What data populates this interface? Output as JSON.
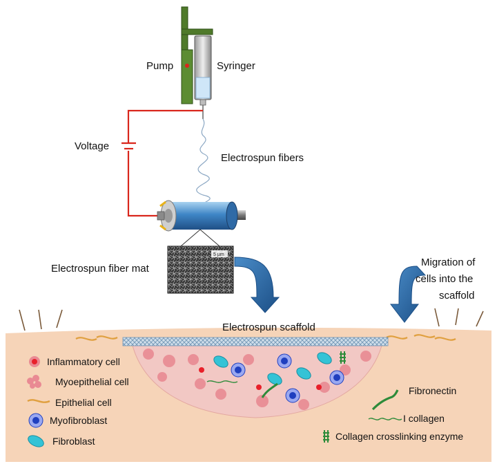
{
  "labels": {
    "pump": "Pump",
    "syringer": "Syringer",
    "voltage": "Voltage",
    "electrospun_fibers": "Electrospun fibers",
    "fiber_mat": "Electrospun fiber mat",
    "migration_line1": "Migration of",
    "migration_line2": "cells into the",
    "migration_line3": "scaffold",
    "scaffold": "Electrospun scaffold",
    "mat_scale": "5 µm"
  },
  "legend_left": {
    "inflammatory": "Inflammatory cell",
    "myoepithelial": "Myoepithelial cell",
    "epithelial": "Epithelial cell",
    "myofibroblast": "Myofibroblast",
    "fibroblast": "Fibroblast"
  },
  "legend_right": {
    "fibronectin": "Fibronectin",
    "collagen": "I collagen",
    "enzyme": "Collagen  crosslinking enzyme"
  },
  "colors": {
    "pump_green": "#4f7a2a",
    "circuit_red": "#d9261c",
    "collector_blue": "#3f86c6",
    "arrow_blue": "#2d6aa8",
    "skin": "#f6d4b8",
    "wound": "#f2c8c4",
    "scaffold_mesh": "#8fb0c8",
    "fibroblast_cyan": "#34c3d6",
    "myofibroblast_blue": "#1f3fbf",
    "inflammatory_red": "#e8202a",
    "myoepithelial_pink": "#e98a93",
    "fibronectin_green": "#2e8b3a"
  }
}
